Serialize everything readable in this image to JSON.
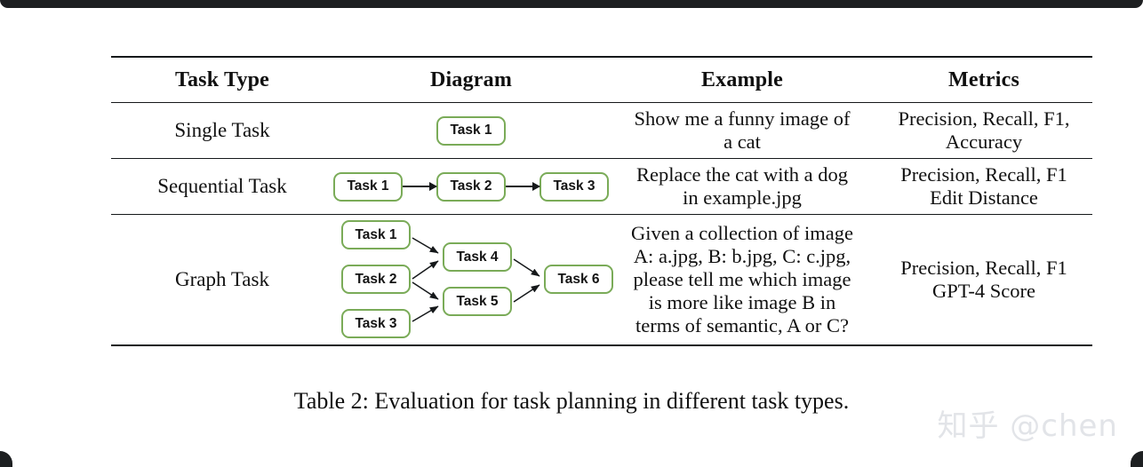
{
  "document": {
    "caption": "Table 2: Evaluation for task planning in different task types.",
    "watermark": "知乎 @chen"
  },
  "table": {
    "headers": [
      "Task Type",
      "Diagram",
      "Example",
      "Metrics"
    ],
    "rows": [
      {
        "task_type": "Single Task",
        "diagram_type": "single",
        "example": "Show me a funny image of a cat",
        "example_lines": [
          "Show me a funny image of",
          "a cat"
        ],
        "metrics": "Precision, Recall, F1, Accuracy",
        "metrics_lines": [
          "Precision, Recall, F1,",
          "Accuracy"
        ],
        "nodes": [
          "Task 1"
        ]
      },
      {
        "task_type": "Sequential Task",
        "diagram_type": "sequential",
        "example": "Replace the cat with a dog in example.jpg",
        "example_lines": [
          "Replace the cat with a dog",
          "in example.jpg"
        ],
        "metrics": "Precision, Recall, F1 Edit Distance",
        "metrics_lines": [
          "Precision, Recall, F1",
          "Edit Distance"
        ],
        "nodes": [
          "Task 1",
          "Task 2",
          "Task 3"
        ]
      },
      {
        "task_type": "Graph Task",
        "diagram_type": "graph",
        "example": "Given a collection of image A: a.jpg, B: b.jpg, C: c.jpg, please tell me which image is more like image B in terms of semantic, A or C?",
        "example_lines": [
          "Given a collection of image",
          "A: a.jpg, B: b.jpg, C: c.jpg,",
          "please tell me which image",
          "is more like image B in",
          "terms of semantic, A or C?"
        ],
        "metrics": "Precision, Recall, F1 GPT-4 Score",
        "metrics_lines": [
          "Precision, Recall, F1",
          "GPT-4 Score"
        ],
        "nodes": [
          "Task 1",
          "Task 2",
          "Task 3",
          "Task 4",
          "Task 5",
          "Task 6"
        ],
        "edges": [
          [
            "Task 1",
            "Task 4"
          ],
          [
            "Task 2",
            "Task 4"
          ],
          [
            "Task 2",
            "Task 5"
          ],
          [
            "Task 3",
            "Task 5"
          ],
          [
            "Task 4",
            "Task 6"
          ],
          [
            "Task 5",
            "Task 6"
          ]
        ]
      }
    ]
  },
  "colors": {
    "node_border": "#7aab58",
    "rule": "#15181a",
    "text": "#101010",
    "watermark": "#e2e4e8"
  }
}
